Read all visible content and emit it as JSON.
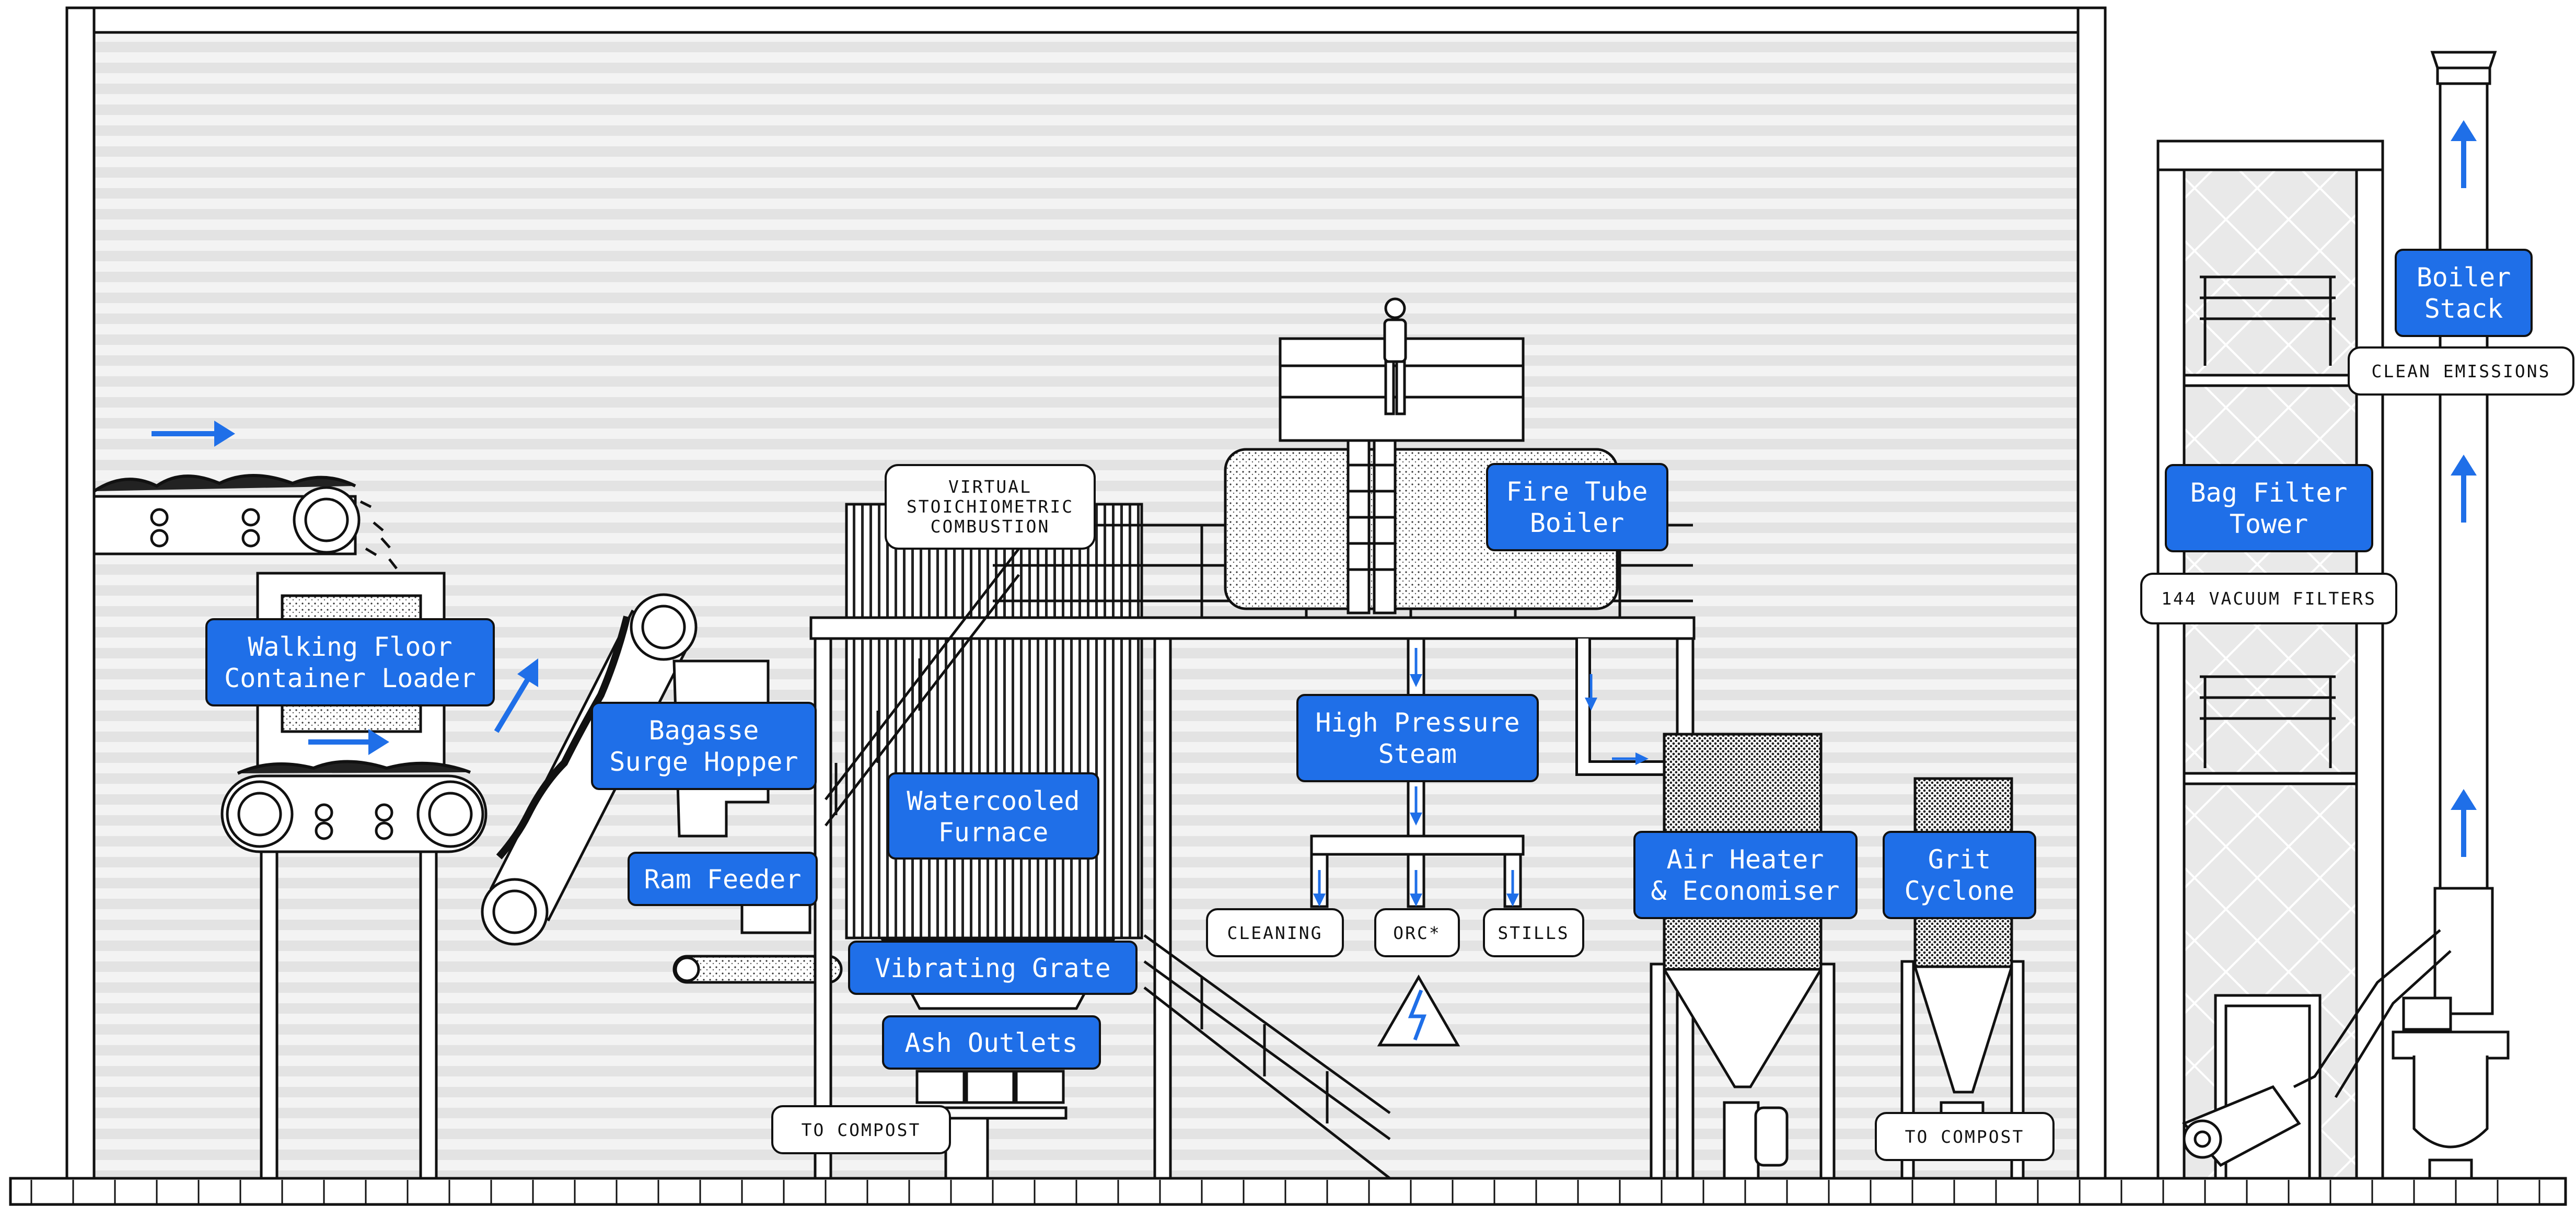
{
  "labels": {
    "walking_floor": [
      "Walking Floor",
      "Container Loader"
    ],
    "bagasse_hopper": [
      "Bagasse",
      "Surge Hopper"
    ],
    "ram_feeder": [
      "Ram Feeder"
    ],
    "watercooled_furnace": [
      "Watercooled",
      "Furnace"
    ],
    "vibrating_grate": [
      "Vibrating Grate"
    ],
    "ash_outlets": [
      "Ash Outlets"
    ],
    "fire_tube_boiler": [
      "Fire Tube",
      "Boiler"
    ],
    "high_pressure_steam": [
      "High Pressure",
      "Steam"
    ],
    "air_heater": [
      "Air Heater",
      "& Economiser"
    ],
    "grit_cyclone": [
      "Grit",
      "Cyclone"
    ],
    "bag_filter_tower": [
      "Bag Filter",
      "Tower"
    ],
    "boiler_stack": [
      "Boiler",
      "Stack"
    ]
  },
  "tags": {
    "virtual_combustion": [
      "VIRTUAL",
      "STOICHIOMETRIC",
      "COMBUSTION"
    ],
    "cleaning": "CLEANING",
    "orc": "ORC*",
    "stills": "STILLS",
    "to_compost_left": "TO COMPOST",
    "to_compost_right": "TO COMPOST",
    "vacuum_filters": "144 VACUUM FILTERS",
    "clean_emissions": "CLEAN EMISSIONS"
  },
  "colors": {
    "accent": "#1f6fe8",
    "line": "#111111",
    "stripe": "#e6e6e6",
    "stripe_bg": "#f2f2f2"
  },
  "icons": [
    "flow-arrow-icon",
    "electricity-warning-icon",
    "worker-figure-icon"
  ]
}
